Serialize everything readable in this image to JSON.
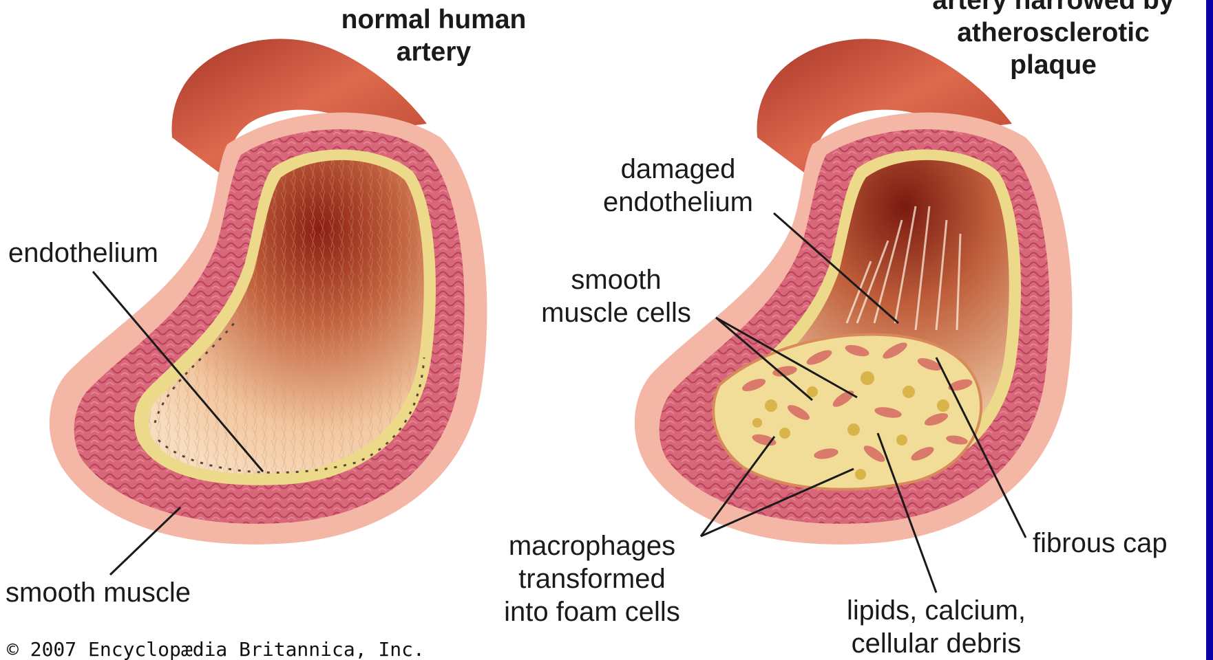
{
  "colors": {
    "background_border": "#0a00a8",
    "panel": "#ffffff",
    "outer_wall": "#f4b7a6",
    "media_layer": "#d9677a",
    "intima_line": "#ecd98a",
    "lumen_dark": "#8a1e14",
    "lumen_light": "#f2c7a0",
    "plaque_fill": "#f1dc98",
    "cells": "#d97a6a",
    "foam_cells": "#d8b44a",
    "tube": "#c9503a"
  },
  "left_diagram": {
    "title_line1": "normal human",
    "title_line2": "artery",
    "labels": {
      "endothelium": "endothelium",
      "smooth_muscle": "smooth muscle"
    }
  },
  "right_diagram": {
    "title_line1": "artery narrowed by",
    "title_line2": "atherosclerotic",
    "title_line3": "plaque",
    "labels": {
      "damaged_line1": "damaged",
      "damaged_line2": "endothelium",
      "smc_line1": "smooth",
      "smc_line2": "muscle cells",
      "macro_line1": "macrophages",
      "macro_line2": "transformed",
      "macro_line3": "into foam cells",
      "lipids_line1": "lipids, calcium,",
      "lipids_line2": "cellular debris",
      "fibrous_cap": "fibrous cap"
    }
  },
  "copyright": "© 2007 Encyclopædia Britannica, Inc."
}
